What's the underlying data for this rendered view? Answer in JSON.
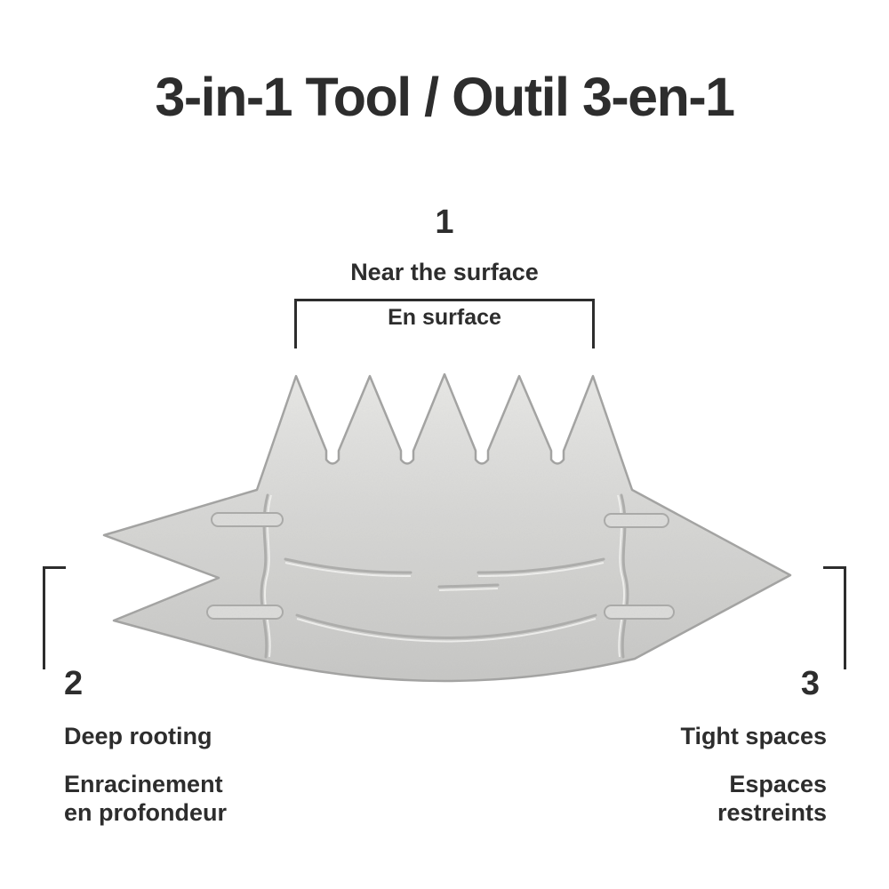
{
  "title": "3-in-1 Tool / Outil 3-en-1",
  "callout_1": {
    "number": "1",
    "en": "Near the surface",
    "fr": "En surface"
  },
  "callout_2": {
    "number": "2",
    "en": "Deep rooting",
    "fr": "Enracinement en profondeur"
  },
  "callout_3": {
    "number": "3",
    "en": "Tight spaces",
    "fr": "Espaces restreints"
  },
  "tool": {
    "description": "3-in-1 weeding tool: serrated top edge, forked left tail, pointed right tip",
    "fill": "#d6d6d4",
    "edge": "#a3a3a1"
  },
  "colors": {
    "background": "#ffffff",
    "text": "#2d2d2d",
    "bracket": "#2d2d2d"
  }
}
